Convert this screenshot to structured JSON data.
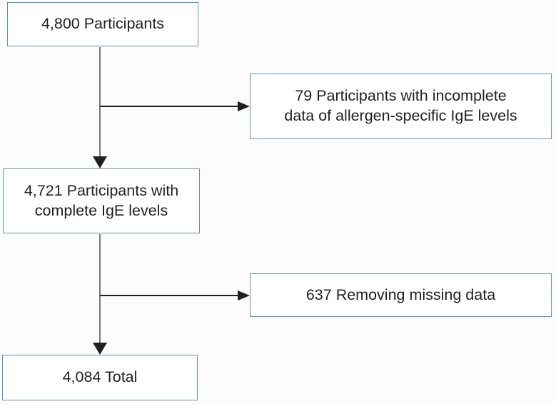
{
  "colors": {
    "page_bg": "#fcfcfc",
    "box_fill": "#ffffff",
    "box_border": "#6094bd",
    "text": "#231f20",
    "connector_gray": "#77787b",
    "connector_black": "#231f20"
  },
  "flowchart": {
    "type": "participant-flow-diagram",
    "nodes": [
      {
        "id": "start",
        "lines": [
          "4,800 Participants"
        ]
      },
      {
        "id": "excluded-ige",
        "lines": [
          "79 Participants with incomplete",
          "data of allergen-specific IgE levels"
        ]
      },
      {
        "id": "complete-ige",
        "lines": [
          "4,721 Participants with",
          "complete IgE levels"
        ]
      },
      {
        "id": "excluded-missing",
        "lines": [
          "637 Removing missing data"
        ]
      },
      {
        "id": "total",
        "lines": [
          "4,084 Total"
        ]
      }
    ],
    "edges": [
      {
        "from": "start",
        "to": "excluded-ige",
        "style": "branch-right"
      },
      {
        "from": "start",
        "to": "complete-ige",
        "style": "down"
      },
      {
        "from": "complete-ige",
        "to": "excluded-missing",
        "style": "branch-right"
      },
      {
        "from": "complete-ige",
        "to": "total",
        "style": "down"
      }
    ]
  }
}
